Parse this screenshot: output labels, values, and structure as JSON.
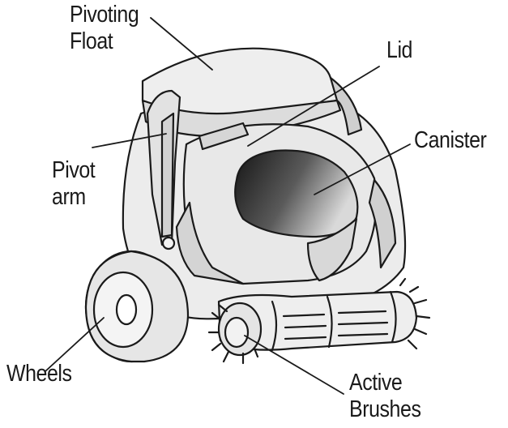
{
  "labels": {
    "pivoting_float": {
      "line1": "Pivoting",
      "line2": "Float"
    },
    "lid": "Lid",
    "canister": "Canister",
    "pivot_arm": {
      "line1": "Pivot",
      "line2": "arm"
    },
    "wheels": "Wheels",
    "active_brushes": {
      "line1": "Active",
      "line2": "Brushes"
    }
  },
  "colors": {
    "ink": "#1a1a1a",
    "body_fill": "#eeeeee",
    "shade_light": "#dcdcdc",
    "shade_mid": "#bdbdbd",
    "canister_dark": "#2e2e2e"
  }
}
